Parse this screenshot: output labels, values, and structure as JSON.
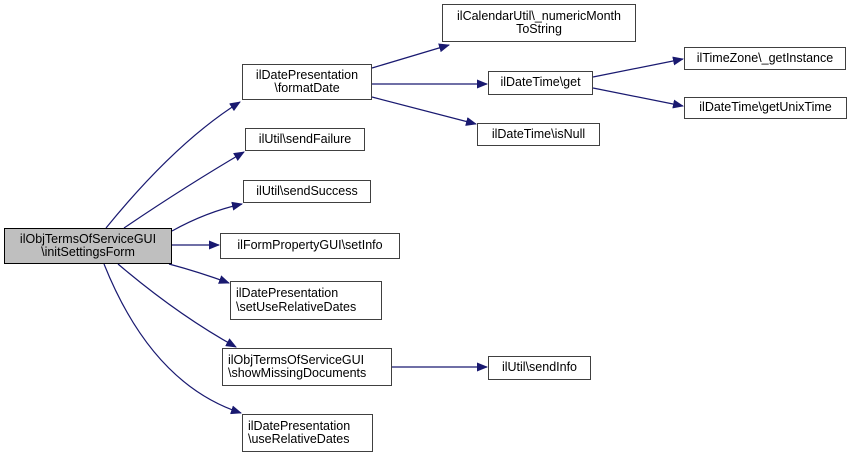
{
  "diagram": {
    "type": "call-graph",
    "root_function": "ilObjTermsOfServiceGUI\\initSettingsForm",
    "colors": {
      "background": "#ffffff",
      "edge": "#191970",
      "node_border": "#404040",
      "node_fill": "#ffffff",
      "root_node_fill": "#bfbfbf",
      "text": "#000000"
    },
    "nodes": {
      "initSettingsForm": {
        "label": "ilObjTermsOfServiceGUI\n\\initSettingsForm"
      },
      "formatDate": {
        "label": "ilDatePresentation\n\\formatDate"
      },
      "sendFailure": {
        "label": "ilUtil\\sendFailure"
      },
      "sendSuccess": {
        "label": "ilUtil\\sendSuccess"
      },
      "setInfo": {
        "label": "ilFormPropertyGUI\\setInfo"
      },
      "setUseRelativeDates": {
        "label": "ilDatePresentation\n\\setUseRelativeDates"
      },
      "showMissingDocuments": {
        "label": "ilObjTermsOfServiceGUI\n\\showMissingDocuments"
      },
      "useRelativeDates": {
        "label": "ilDatePresentation\n\\useRelativeDates"
      },
      "numericMonthToString": {
        "label": "ilCalendarUtil\\_numericMonth\nToString"
      },
      "get": {
        "label": "ilDateTime\\get"
      },
      "getInstance": {
        "label": "ilTimeZone\\_getInstance"
      },
      "getUnixTime": {
        "label": "ilDateTime\\getUnixTime"
      },
      "isNull": {
        "label": "ilDateTime\\isNull"
      },
      "sendInfo": {
        "label": "ilUtil\\sendInfo"
      }
    },
    "edges": [
      {
        "from": "initSettingsForm",
        "to": "formatDate"
      },
      {
        "from": "initSettingsForm",
        "to": "sendFailure"
      },
      {
        "from": "initSettingsForm",
        "to": "sendSuccess"
      },
      {
        "from": "initSettingsForm",
        "to": "setInfo"
      },
      {
        "from": "initSettingsForm",
        "to": "setUseRelativeDates"
      },
      {
        "from": "initSettingsForm",
        "to": "showMissingDocuments"
      },
      {
        "from": "initSettingsForm",
        "to": "useRelativeDates"
      },
      {
        "from": "formatDate",
        "to": "numericMonthToString"
      },
      {
        "from": "formatDate",
        "to": "get"
      },
      {
        "from": "formatDate",
        "to": "isNull"
      },
      {
        "from": "get",
        "to": "getInstance"
      },
      {
        "from": "get",
        "to": "getUnixTime"
      },
      {
        "from": "showMissingDocuments",
        "to": "sendInfo"
      }
    ]
  }
}
